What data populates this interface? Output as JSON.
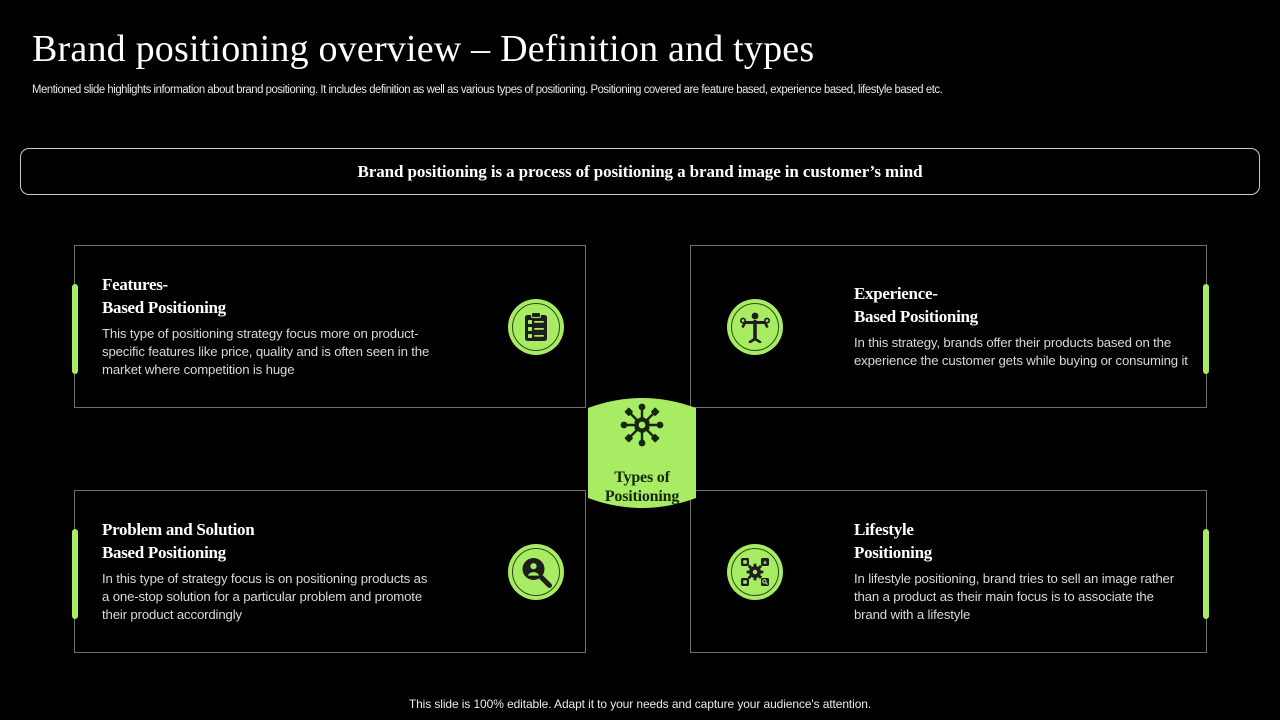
{
  "header": {
    "title": "Brand positioning overview – Definition and types",
    "subtitle": "Mentioned slide highlights information about brand positioning. It includes definition as well as various types of positioning. Positioning covered are feature based, experience based, lifestyle based etc."
  },
  "banner": {
    "text": "Brand positioning is a process of positioning a brand image in customer’s mind"
  },
  "center": {
    "label": "Types of\nPositioning",
    "icon": "network-hub-icon"
  },
  "cards": [
    {
      "id": "features-based-positioning",
      "heading": "Features-\nBased Positioning",
      "description": "This type of positioning strategy focus more on product-specific features like price, quality and is often seen in the market where competition is huge",
      "icon": "clipboard-checklist-icon",
      "accent_side": "left"
    },
    {
      "id": "experience-based-positioning",
      "heading": "Experience-\nBased Positioning",
      "description": "In this strategy, brands offer their products based on the experience the customer gets while buying or consuming it",
      "icon": "person-experience-icon",
      "accent_side": "right"
    },
    {
      "id": "problem-and-solution-based-positioning",
      "heading": "Problem and Solution\nBased Positioning",
      "description": "In this type of strategy focus is on positioning products as a one-stop solution for a particular problem and promote their product accordingly",
      "icon": "magnifier-person-icon",
      "accent_side": "left"
    },
    {
      "id": "lifestyle-positioning",
      "heading": "Lifestyle\nPositioning",
      "description": "In lifestyle positioning, brand tries to sell an image rather than a product as their main focus is to associate the brand with a lifestyle",
      "icon": "gear-settings-grid-icon",
      "accent_side": "right"
    }
  ],
  "footer": {
    "text": "This slide is 100% editable. Adapt it to your needs and capture your audience's attention."
  },
  "colors": {
    "background": "#000000",
    "accent_green": "#a7ec63",
    "icon_dark": "#1e1e1e",
    "card_border": "#6e6e6e",
    "text_primary": "#ffffff",
    "text_secondary": "#d9d9d9"
  }
}
